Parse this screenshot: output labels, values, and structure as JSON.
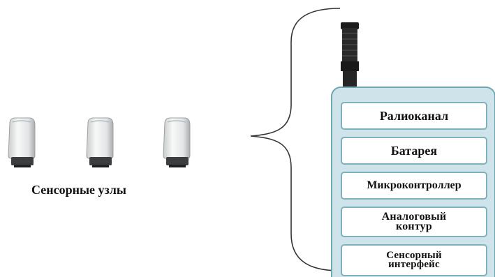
{
  "caption": "Сенсорные узлы",
  "device_layers": [
    {
      "label": "Ралиоканал"
    },
    {
      "label": "Батарея"
    },
    {
      "label": "Микроконтроллер"
    },
    {
      "label": "Аналоговый\nконтур"
    },
    {
      "label": "Сенсорный\nинтерфейс"
    }
  ],
  "colors": {
    "device_fill": "#cfe4ea",
    "device_border": "#6fa6b4",
    "layer_border": "#7fb1bd",
    "node_body": "#e6e8e9",
    "node_base": "#3b3d3e"
  },
  "icons": {
    "node": "sensor-node-icon",
    "antenna": "antenna-icon",
    "brace": "curly-brace"
  }
}
